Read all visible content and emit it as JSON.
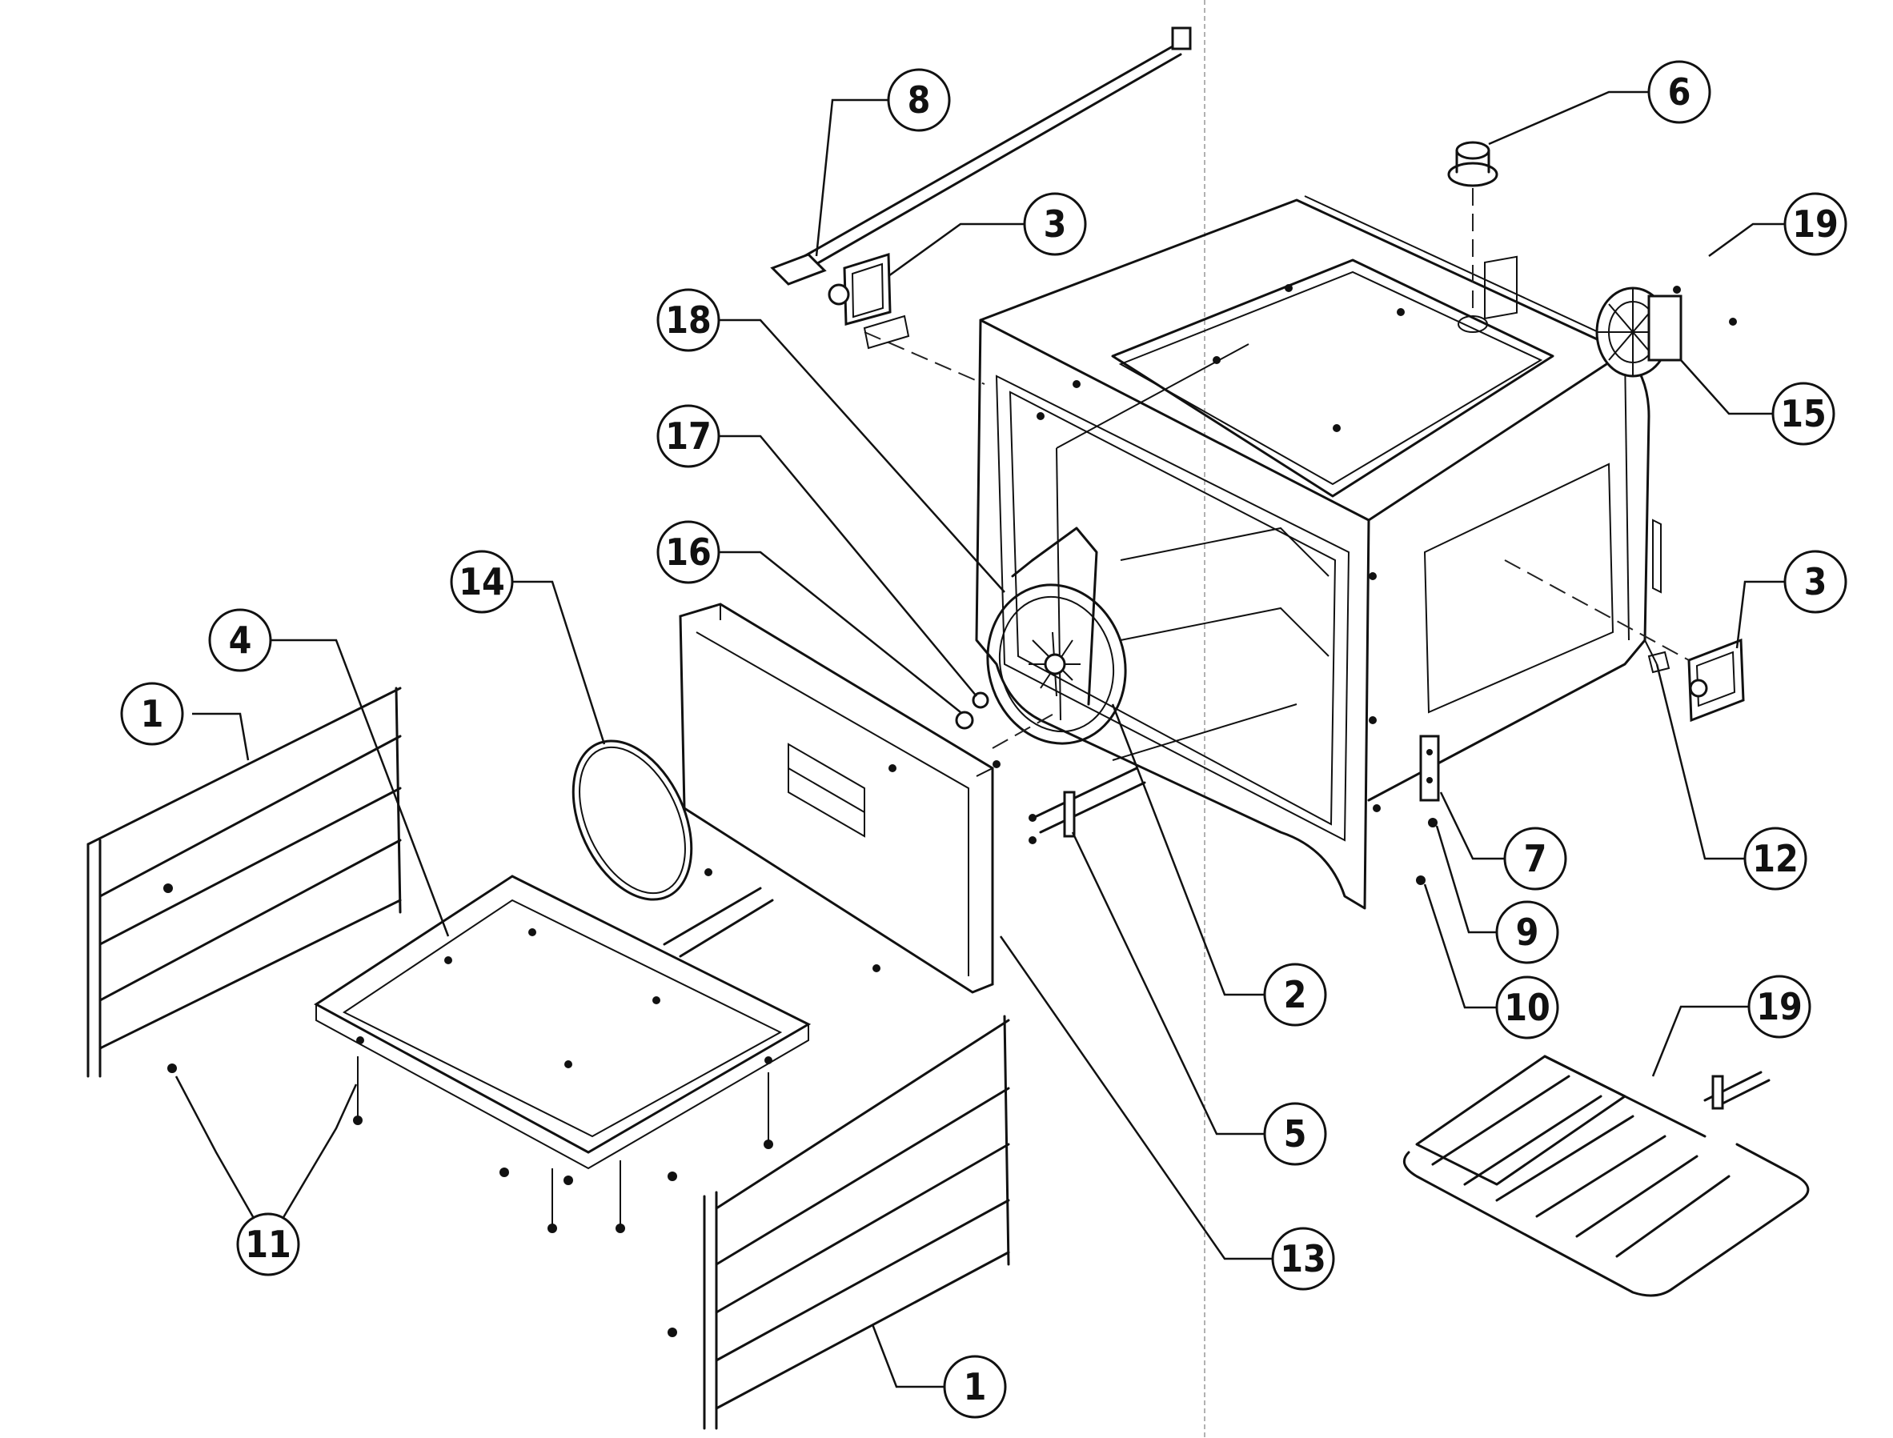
{
  "callouts": [
    {
      "id": "c1a",
      "label": "1"
    },
    {
      "id": "c1b",
      "label": "1"
    },
    {
      "id": "c2",
      "label": "2"
    },
    {
      "id": "c3a",
      "label": "3"
    },
    {
      "id": "c3b",
      "label": "3"
    },
    {
      "id": "c4",
      "label": "4"
    },
    {
      "id": "c5",
      "label": "5"
    },
    {
      "id": "c6",
      "label": "6"
    },
    {
      "id": "c7",
      "label": "7"
    },
    {
      "id": "c8",
      "label": "8"
    },
    {
      "id": "c9",
      "label": "9"
    },
    {
      "id": "c10",
      "label": "10"
    },
    {
      "id": "c11",
      "label": "11"
    },
    {
      "id": "c12",
      "label": "12"
    },
    {
      "id": "c13",
      "label": "13"
    },
    {
      "id": "c14",
      "label": "14"
    },
    {
      "id": "c15",
      "label": "15"
    },
    {
      "id": "c16",
      "label": "16"
    },
    {
      "id": "c17",
      "label": "17"
    },
    {
      "id": "c18",
      "label": "18"
    },
    {
      "id": "c19a",
      "label": "19"
    },
    {
      "id": "c19b",
      "label": "19"
    }
  ]
}
